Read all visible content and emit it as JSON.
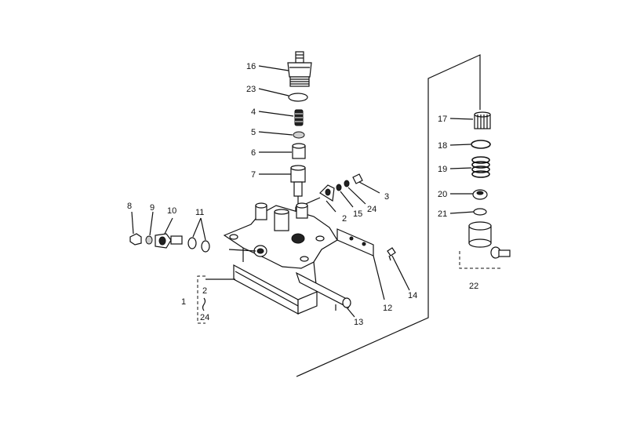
{
  "diagram": {
    "callouts": {
      "c16": "16",
      "c23": "23",
      "c4": "4",
      "c5": "5",
      "c6": "6",
      "c7": "7",
      "c2a": "2",
      "c15": "15",
      "c24a": "24",
      "c3": "3",
      "c8": "8",
      "c9": "9",
      "c10": "10",
      "c11": "11",
      "c1": "1",
      "c2b": "2",
      "c24b": "24",
      "c12": "12",
      "c13": "13",
      "c14": "14",
      "c17": "17",
      "c18": "18",
      "c19": "19",
      "c20": "20",
      "c21": "21",
      "c22": "22"
    }
  }
}
